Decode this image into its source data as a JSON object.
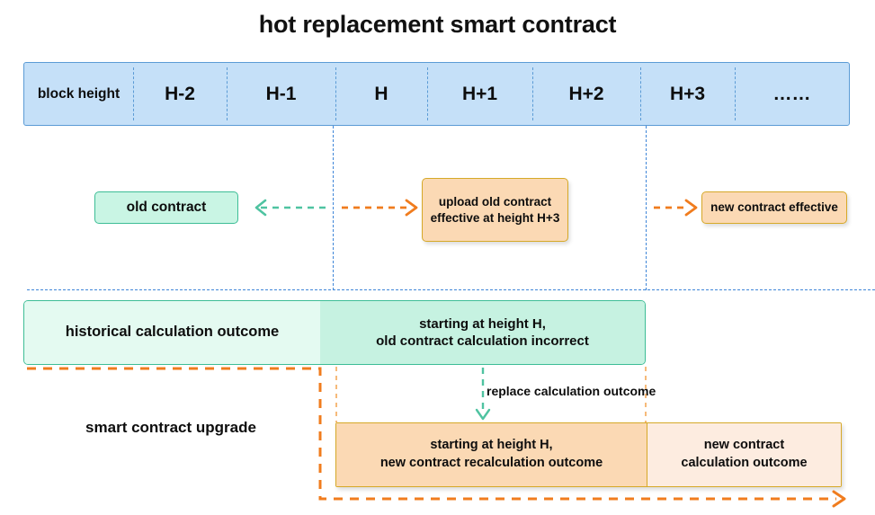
{
  "title": "hot replacement smart contract",
  "block_axis": {
    "row_label": "block height",
    "cells": [
      "H-2",
      "H-1",
      "H",
      "H+1",
      "H+2",
      "H+3",
      "……"
    ]
  },
  "contract_row": {
    "old_contract": "old contract",
    "upload_box_line1": "upload old contract",
    "upload_box_line2": "effective at height H+3",
    "new_contract_effective": "new contract effective"
  },
  "outcome_row": {
    "historical": "historical calculation outcome",
    "incorrect_line1": "starting at height H,",
    "incorrect_line2": "old contract calculation incorrect"
  },
  "upgrade_row": {
    "section_label": "smart contract upgrade",
    "replace_label": "replace calculation outcome",
    "recalc_line1": "starting at height H,",
    "recalc_line2": "new contract recalculation outcome",
    "newcalc_line1": "new contract",
    "newcalc_line2": "calculation outcome"
  },
  "colors": {
    "block_fill": "#c5e0f8",
    "block_stroke": "#5b9bd5",
    "teal_fill": "#c9f5e4",
    "teal_fill_light": "#e4faf1",
    "teal_stroke": "#3dbd96",
    "orange_fill": "#fbd9b4",
    "orange_fill_light": "#fdece0",
    "orange_stroke": "#d6a928",
    "arrow_orange": "#f07c1e",
    "arrow_teal": "#4fc3a1",
    "guide_blue": "#3f86d8"
  }
}
